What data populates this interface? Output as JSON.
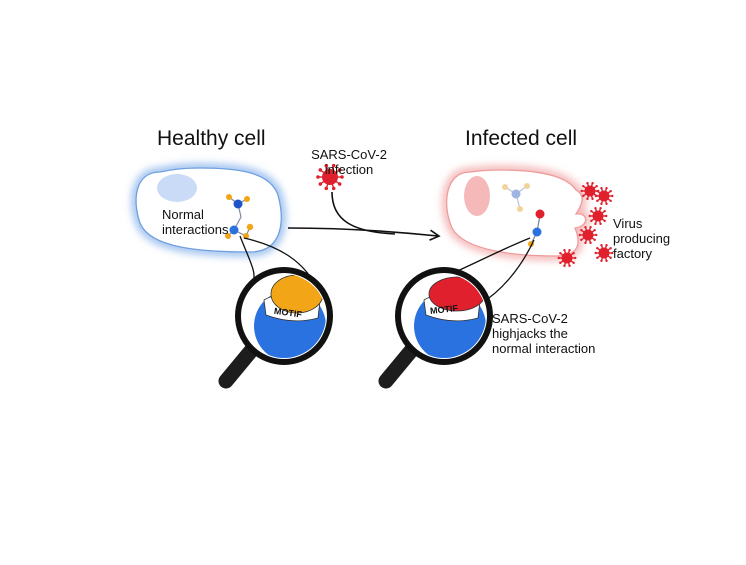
{
  "healthy": {
    "title": "Healthy cell",
    "interaction_label": [
      "Normal",
      "interactions"
    ],
    "motif_label": "MOTIF"
  },
  "transition": {
    "label": [
      "SARS-CoV-2",
      "infection"
    ]
  },
  "infected": {
    "title": "Infected cell",
    "factory_label": [
      "Virus",
      "producing",
      "factory"
    ],
    "hijack_label": [
      "SARS-CoV-2",
      "highjacks the",
      "normal interaction"
    ],
    "motif_label": "MOTIF"
  },
  "colors": {
    "healthy_glow": "#9cc0ee",
    "infected_glow": "#f4b7b7",
    "virus_red": "#e0202c",
    "motif_orange": "#f2a516",
    "protein_blue": "#2a72e0",
    "handle_black": "#1d1d1d"
  },
  "icons": [
    "virus-icon",
    "magnifier-icon",
    "arrow-icon"
  ]
}
